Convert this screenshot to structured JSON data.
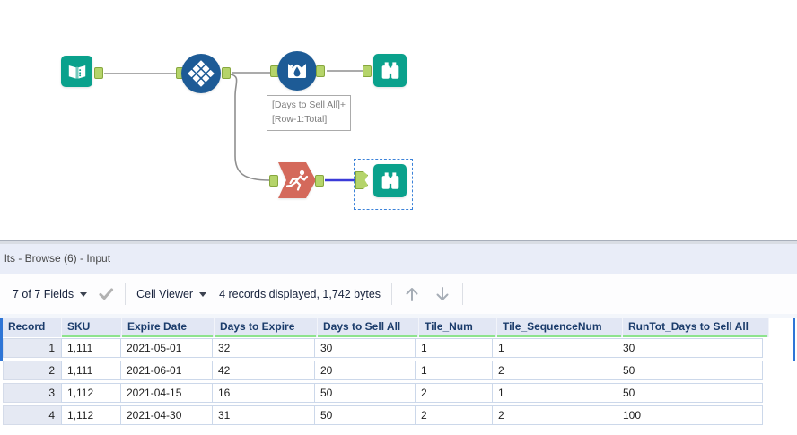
{
  "canvas": {
    "tools": [
      {
        "icon": "input-data-book-icon"
      },
      {
        "icon": "tile-diamonds-icon"
      },
      {
        "icon": "multi-row-formula-crown-icon"
      },
      {
        "icon": "browse-binoculars-icon"
      },
      {
        "icon": "running-total-runner-icon"
      },
      {
        "icon": "browse-binoculars-icon"
      }
    ],
    "annotation": {
      "line1": "[Days to Sell All]+",
      "line2": "[Row-1:Total]"
    }
  },
  "results_panel": {
    "title": "lts - Browse (6) - Input",
    "toolbar": {
      "fields_dropdown": "7 of 7 Fields",
      "cell_viewer_dropdown": "Cell Viewer",
      "records_info": "4 records displayed, 1,742 bytes"
    },
    "table": {
      "columns": [
        "Record",
        "SKU",
        "Expire Date",
        "Days to Expire",
        "Days to Sell All",
        "Tile_Num",
        "Tile_SequenceNum",
        "RunTot_Days to Sell All"
      ],
      "rows": [
        [
          "1",
          "1,111",
          "2021-05-01",
          "32",
          "30",
          "1",
          "1",
          "30"
        ],
        [
          "2",
          "1,111",
          "2021-06-01",
          "42",
          "20",
          "1",
          "2",
          "50"
        ],
        [
          "3",
          "1,112",
          "2021-04-15",
          "16",
          "50",
          "2",
          "1",
          "50"
        ],
        [
          "4",
          "1,112",
          "2021-04-30",
          "31",
          "50",
          "2",
          "2",
          "100"
        ]
      ]
    }
  },
  "colors": {
    "tool_teal": "#0aa18c",
    "tool_blue": "#1d5b96",
    "tool_orange": "#d4695b",
    "anchor_green": "#b5d46a",
    "selected_wire_blue": "#3b3bd8",
    "selection_dash_blue": "#3b82d9",
    "quality_bar_green": "#8de38d",
    "record_indicator_blue": "#2e75d6"
  }
}
